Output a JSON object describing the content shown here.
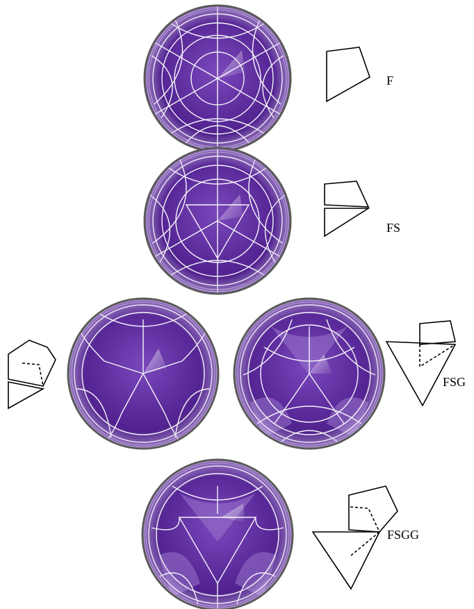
{
  "labels": {
    "row1": "F",
    "row2": "FS",
    "row3": "FSG",
    "row4": "FSGG"
  },
  "colors": {
    "disk_dark": "#4a1c86",
    "disk_mid": "#6a3aaa",
    "disk_light": "#b08ad8",
    "rim": "#5a5a5a",
    "grid": "#ffffff",
    "outline": "#000000"
  }
}
